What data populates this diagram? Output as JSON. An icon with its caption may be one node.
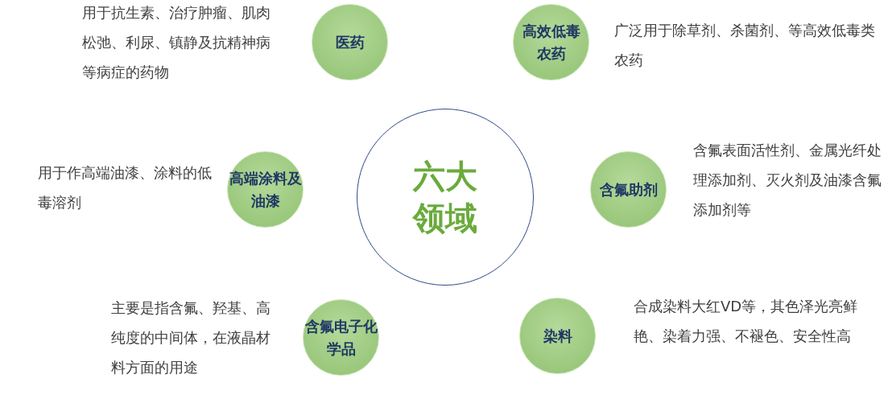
{
  "diagram": {
    "nodes": [
      {
        "text": [
          "六大领域"
        ]
      },
      {
        "text": [
          "医药"
        ],
        "beside": [
          "用于抗生素、治疗肿瘤、肌肉松弛、利尿、镇静及抗精神病等病症的药物"
        ]
      },
      {
        "text": [
          "高效低毒农药"
        ],
        "beside": [
          "广泛用于除草剂、杀菌剂、等高效低毒类农药"
        ]
      },
      {
        "text": [
          "高端涂料及油漆"
        ],
        "beside": [
          "用于作高端油漆、涂料的低毒溶剂"
        ]
      },
      {
        "text": [
          "含氟助剂"
        ],
        "beside": [
          "含氟表面活性剂、金属光纤处理添加剂、灭火剂及油漆含氟添加剂等"
        ]
      },
      {
        "text": [
          "含氟电子化学品"
        ],
        "beside": [
          "主要是指含氟、羟基、高纯度的中间体，在液晶材料方面的用途"
        ]
      },
      {
        "text": [
          "染料"
        ],
        "beside": [
          "合成染料大红VD等，其色泽光亮鲜艳、染着力强、不褪色、安全性高"
        ]
      }
    ],
    "edges": []
  }
}
